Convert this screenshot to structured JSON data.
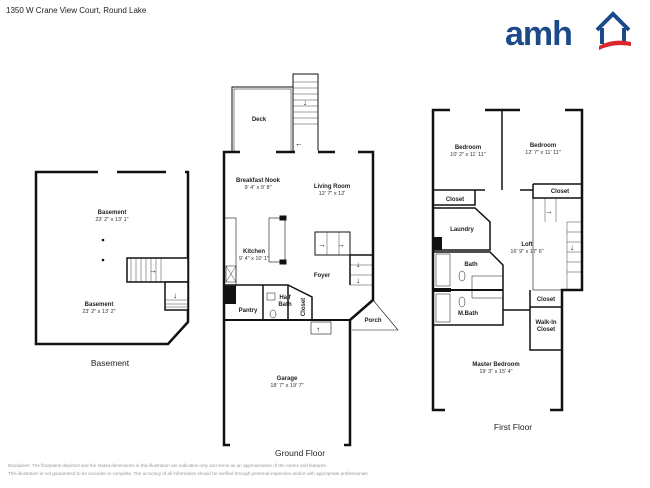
{
  "header": {
    "address": "1350 W Crane View Court, Round Lake"
  },
  "logo": {
    "text": "amh",
    "colors": {
      "blue": "#1b4a8a",
      "red": "#d8262c"
    }
  },
  "floors": {
    "basement": {
      "label": "Basement",
      "rooms": [
        {
          "name": "Basement",
          "dims": "23' 2\" x 13' 1\""
        },
        {
          "name": "Basement",
          "dims": "23' 2\" x 13' 2\""
        }
      ]
    },
    "ground": {
      "label": "Ground Floor",
      "rooms": [
        {
          "name": "Deck"
        },
        {
          "name": "Breakfast Nook",
          "dims": "9' 4\" x 9' 8\""
        },
        {
          "name": "Living Room",
          "dims": "12' 7\" x 12'"
        },
        {
          "name": "Kitchen",
          "dims": "9' 4\" x 10' 1\""
        },
        {
          "name": "Foyer"
        },
        {
          "name": "Pantry"
        },
        {
          "name": "Half",
          "name2": "Bath"
        },
        {
          "name": "Closet"
        },
        {
          "name": "Porch"
        },
        {
          "name": "Garage",
          "dims": "18' 7\" x 19' 7\""
        }
      ]
    },
    "first": {
      "label": "First Floor",
      "rooms": [
        {
          "name": "Bedroom",
          "dims": "10' 2\" x 11' 11\""
        },
        {
          "name": "Bedroom",
          "dims": "12' 7\" x 11' 11\""
        },
        {
          "name": "Closet"
        },
        {
          "name": "Closet"
        },
        {
          "name": "Laundry"
        },
        {
          "name": "Loft",
          "dims": "16' 9\" x 17' 6\""
        },
        {
          "name": "Bath"
        },
        {
          "name": "M.Bath"
        },
        {
          "name": "Closet"
        },
        {
          "name": "Walk-In",
          "name2": "Closet"
        },
        {
          "name": "Master Bedroom",
          "dims": "19' 3\" x 15' 4\""
        }
      ]
    }
  },
  "disclaimer": {
    "line1": "Disclaimer: The floorplans depicted and the stated dimensions in this illustration are indicative only and serve as an approximation of the rooms and features.",
    "line2": "This illustration is not guaranteed to be accurate or complete. The accuracy of all information should be verified through personal inspection and/or with appropriate professionals."
  }
}
